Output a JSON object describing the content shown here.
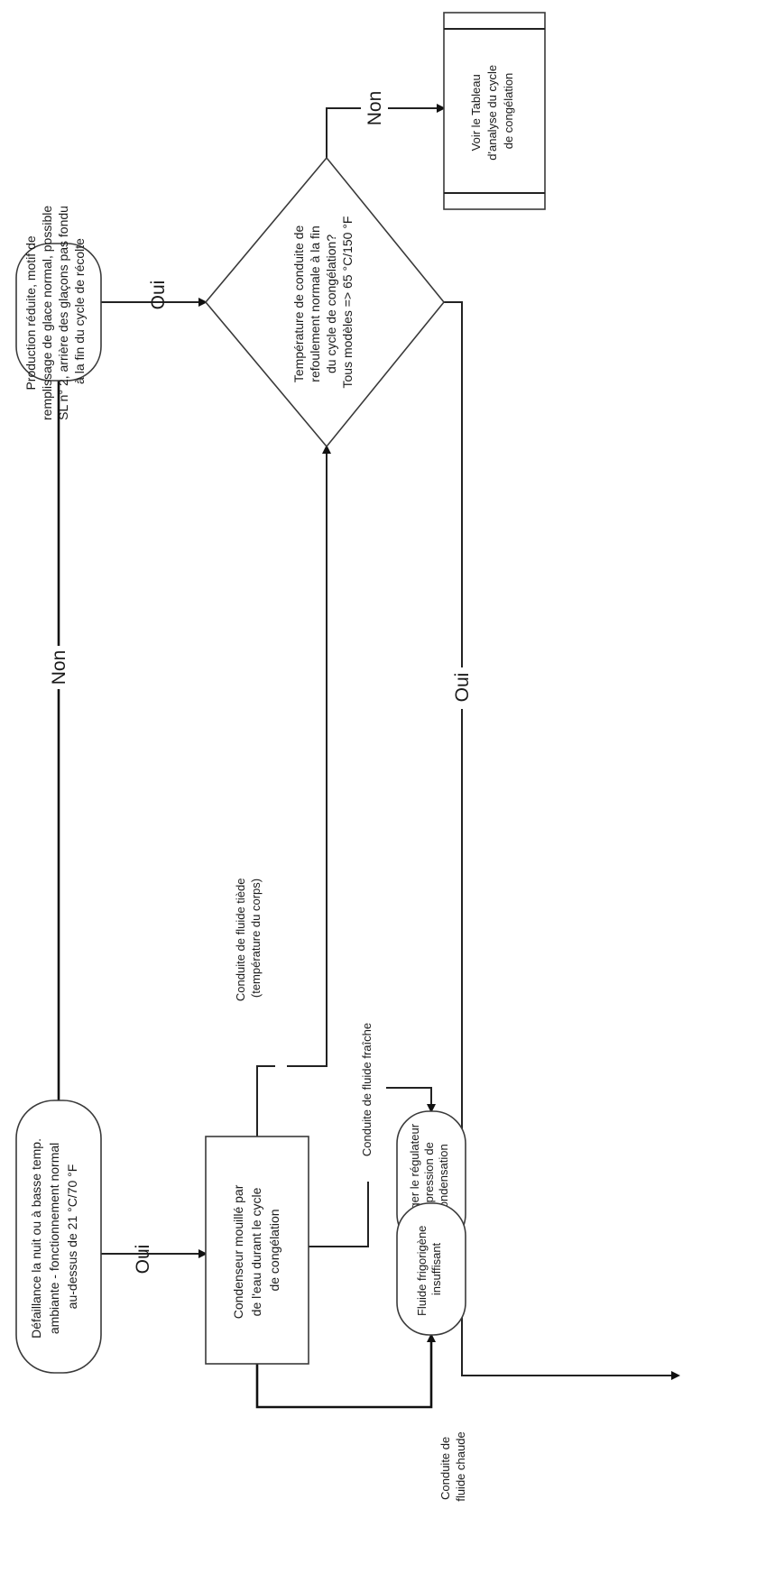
{
  "nodes": {
    "start": [
      "Défaillance la nuit ou à basse temp.",
      "ambiante - fonctionnement normal",
      "au-dessus de 21 °C/70 °F"
    ],
    "reduced": [
      "Production réduite, motif de",
      "remplissage de glace normal, possible",
      "SL n° 2, arrière des glaçons pas fondu",
      "à la fin du cycle de récolte"
    ],
    "condenser": [
      "Condenseur mouillé par",
      "de l'eau durant le cycle",
      "de congélation"
    ],
    "decision": [
      "Température de conduite de",
      "refoulement normale à la fin",
      "du cycle de congélation?",
      "Tous modèles => 65 °C/150 °F"
    ],
    "see_table": [
      "Voir le Tableau",
      "d'analyse du cycle",
      "de congélation"
    ],
    "regulator": [
      "Changer le régulateur",
      "de pression de",
      "condensation"
    ],
    "refrigerant": [
      "Fluide frigorigène",
      "insuffisant"
    ]
  },
  "edge_labels": {
    "oui_start": "Oui",
    "non_start": "Non",
    "oui_reduced": "Oui",
    "non_decision": "Non",
    "oui_decision": "Oui",
    "warm_line": [
      "Conduite de fluide tiède",
      "(température du corps)"
    ],
    "cool_line": "Conduite de fluide fraîche",
    "hot_line": [
      "Conduite de",
      "fluide chaude"
    ]
  }
}
